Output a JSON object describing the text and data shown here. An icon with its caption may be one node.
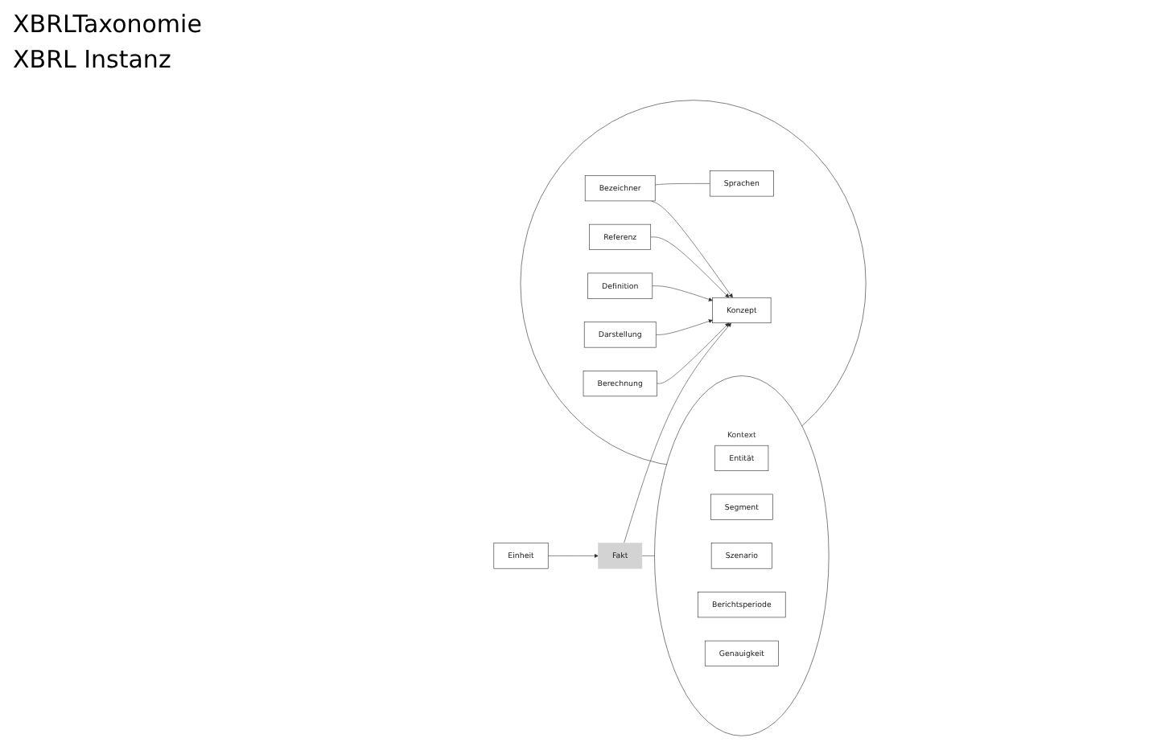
{
  "diagram": {
    "nodes": [
      {
        "text": [],
        "shape": "ellipse"
      },
      {
        "text": [
          "Konzept"
        ],
        "in": 0
      },
      {
        "text": [
          "Bezeichner"
        ],
        "in": 0
      },
      {
        "text": [
          "Sprachen"
        ],
        "in": 0
      },
      {
        "text": [
          "Referenz"
        ],
        "in": 0
      },
      {
        "text": [
          "Definition"
        ],
        "in": 0
      },
      {
        "text": [
          "Darstellung"
        ],
        "in": 0
      },
      {
        "text": [
          "Berechnung"
        ],
        "in": 0
      },
      {
        "text": [
          "Einheit"
        ]
      },
      {
        "text": [
          "Fakt"
        ]
      },
      {
        "text": [
          "Kontext"
        ]
      },
      {
        "text": [
          "Entität"
        ],
        "in": 10
      },
      {
        "text": [
          "Segment"
        ],
        "in": 10
      },
      {
        "text": [
          "Szenario"
        ],
        "in": 10
      },
      {
        "text": [
          "Berichtsperiode"
        ],
        "in": 10
      },
      {
        "text": [
          "Genauigkeit"
        ],
        "in": 10
      }
    ],
    "edges": [
      {
        "from": 8,
        "to": 9,
        "arrow": "to"
      },
      {
        "from": 9,
        "to": 1,
        "arrow": "to"
      },
      {
        "from": 2,
        "to": 1,
        "arrow": "to"
      },
      {
        "from": 4,
        "to": 1,
        "arrow": "to"
      },
      {
        "from": 5,
        "to": 1,
        "arrow": "to"
      },
      {
        "from": 6,
        "to": 1,
        "arrow": "to"
      },
      {
        "from": 7,
        "to": 1,
        "arrow": "to"
      },
      {
        "from": 2,
        "to": 3,
        "arrow": "none"
      },
      {
        "from": 9,
        "to": 10,
        "arrow": "to"
      }
    ],
    "labels": [
      "XBRLTaxonomie",
      "XBRL Instanz"
    ]
  }
}
